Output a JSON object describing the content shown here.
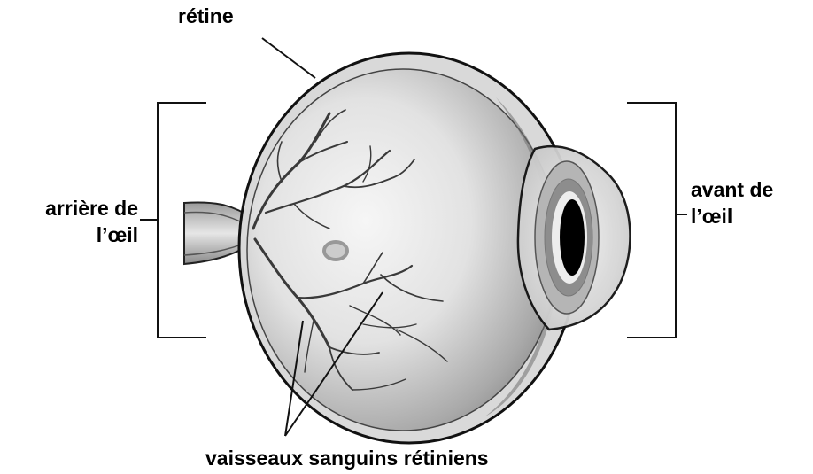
{
  "labels": {
    "retina": "rétine",
    "back_of_eye_line1": "arrière de",
    "back_of_eye_line2": "l’œil",
    "front_of_eye_line1": "avant de",
    "front_of_eye_line2": "l’œil",
    "retinal_vessels": "vaisseaux sanguins rétiniens"
  },
  "colors": {
    "ink": "#000000",
    "globe_light": "#f4f4f4",
    "globe_dark": "#8c8c8c",
    "vessel": "#3a3a3a",
    "iris": "#9a9a9a",
    "pupil": "#000000"
  }
}
